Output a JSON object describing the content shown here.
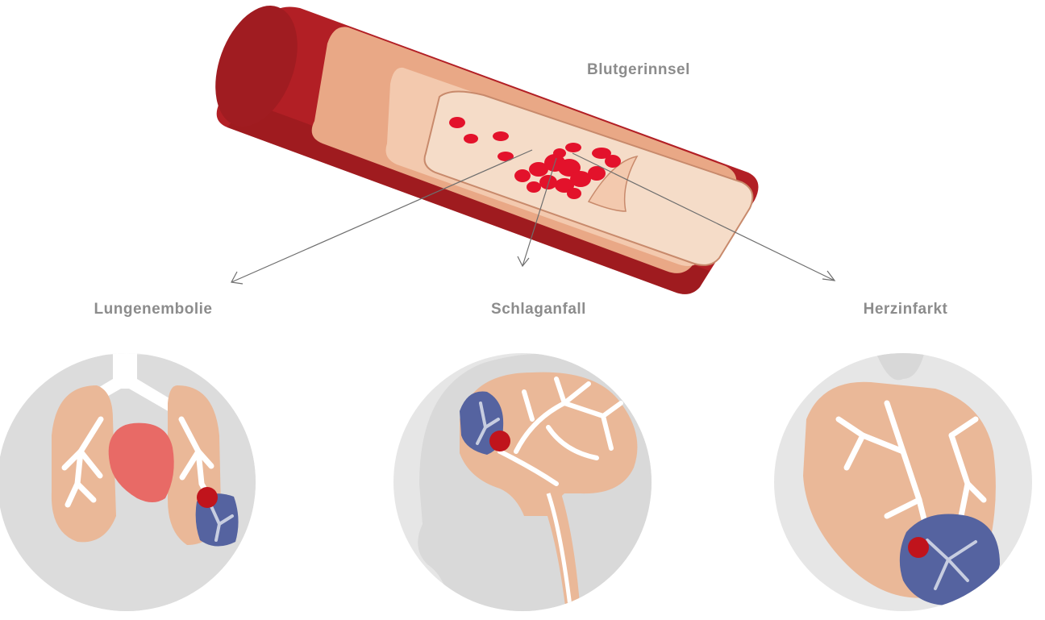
{
  "labels": {
    "clot": "Blutgerinnsel",
    "lung": "Lungenembolie",
    "stroke": "Schlaganfall",
    "heart": "Herzinfarkt"
  },
  "colors": {
    "label_text": "#8c8c8c",
    "arrow_line": "#6e6e6e",
    "vessel_outer": "#b21f25",
    "vessel_outer_dark": "#8f171c",
    "vessel_wall": "#e9a886",
    "vessel_wall_light": "#f3c9ae",
    "vessel_lumen": "#f5dcc8",
    "blood_clot": "#e3122b",
    "circle_background": "#e6e6e6",
    "organ_tissue": "#eab898",
    "organ_vessels": "#ffffff",
    "heart_red": "#e86a66",
    "infarct_blue": "#5563a0",
    "blockage_dot": "#c0141c"
  },
  "icons": [
    "blood-vessel-illustration",
    "lung-illustration",
    "brain-illustration",
    "heart-illustration"
  ]
}
